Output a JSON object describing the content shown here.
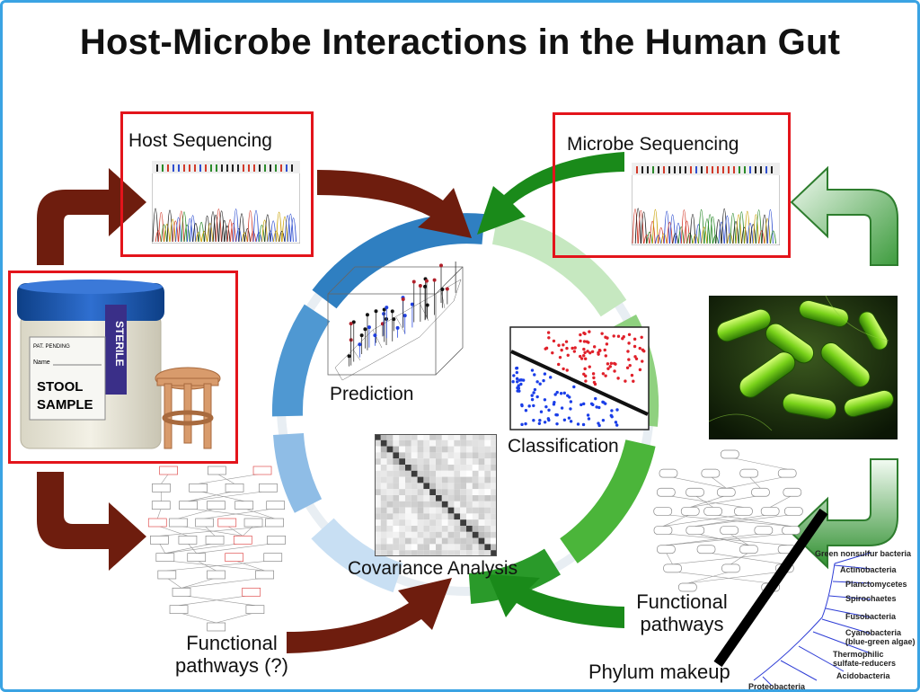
{
  "title": "Host-Microbe Interactions in the Human Gut",
  "labels": {
    "host_sequencing": "Host Sequencing",
    "microbe_sequencing": "Microbe Sequencing",
    "prediction": "Prediction",
    "classification": "Classification",
    "covariance": "Covariance Analysis",
    "host_pathways_line1": "Functional",
    "host_pathways_line2": "pathways (?)",
    "microbe_pathways_line1": "Functional",
    "microbe_pathways_line2": "pathways",
    "phylum_makeup": "Phylum makeup"
  },
  "stool_sample": {
    "cap_label": "STERILE",
    "line1": "STOOL",
    "line2": "SAMPLE",
    "patient_field": "PAT. PENDING",
    "name_field": "Name"
  },
  "phyla": [
    "Green nonsulfur bacteria",
    "Actinobacteria",
    "Planctomycetes",
    "Spirochaetes",
    "Fusobacteria",
    "Cyanobacteria",
    "(blue-green algae)",
    "Thermophilic",
    "sulfate-reducers",
    "Acidobacteria",
    "Proteobacteria"
  ],
  "colors": {
    "host_arrow": "#6e1d0e",
    "microbe_arrow": "#1a8a1a",
    "highlight_box": "#e3141b",
    "frame": "#3aa3e3"
  }
}
